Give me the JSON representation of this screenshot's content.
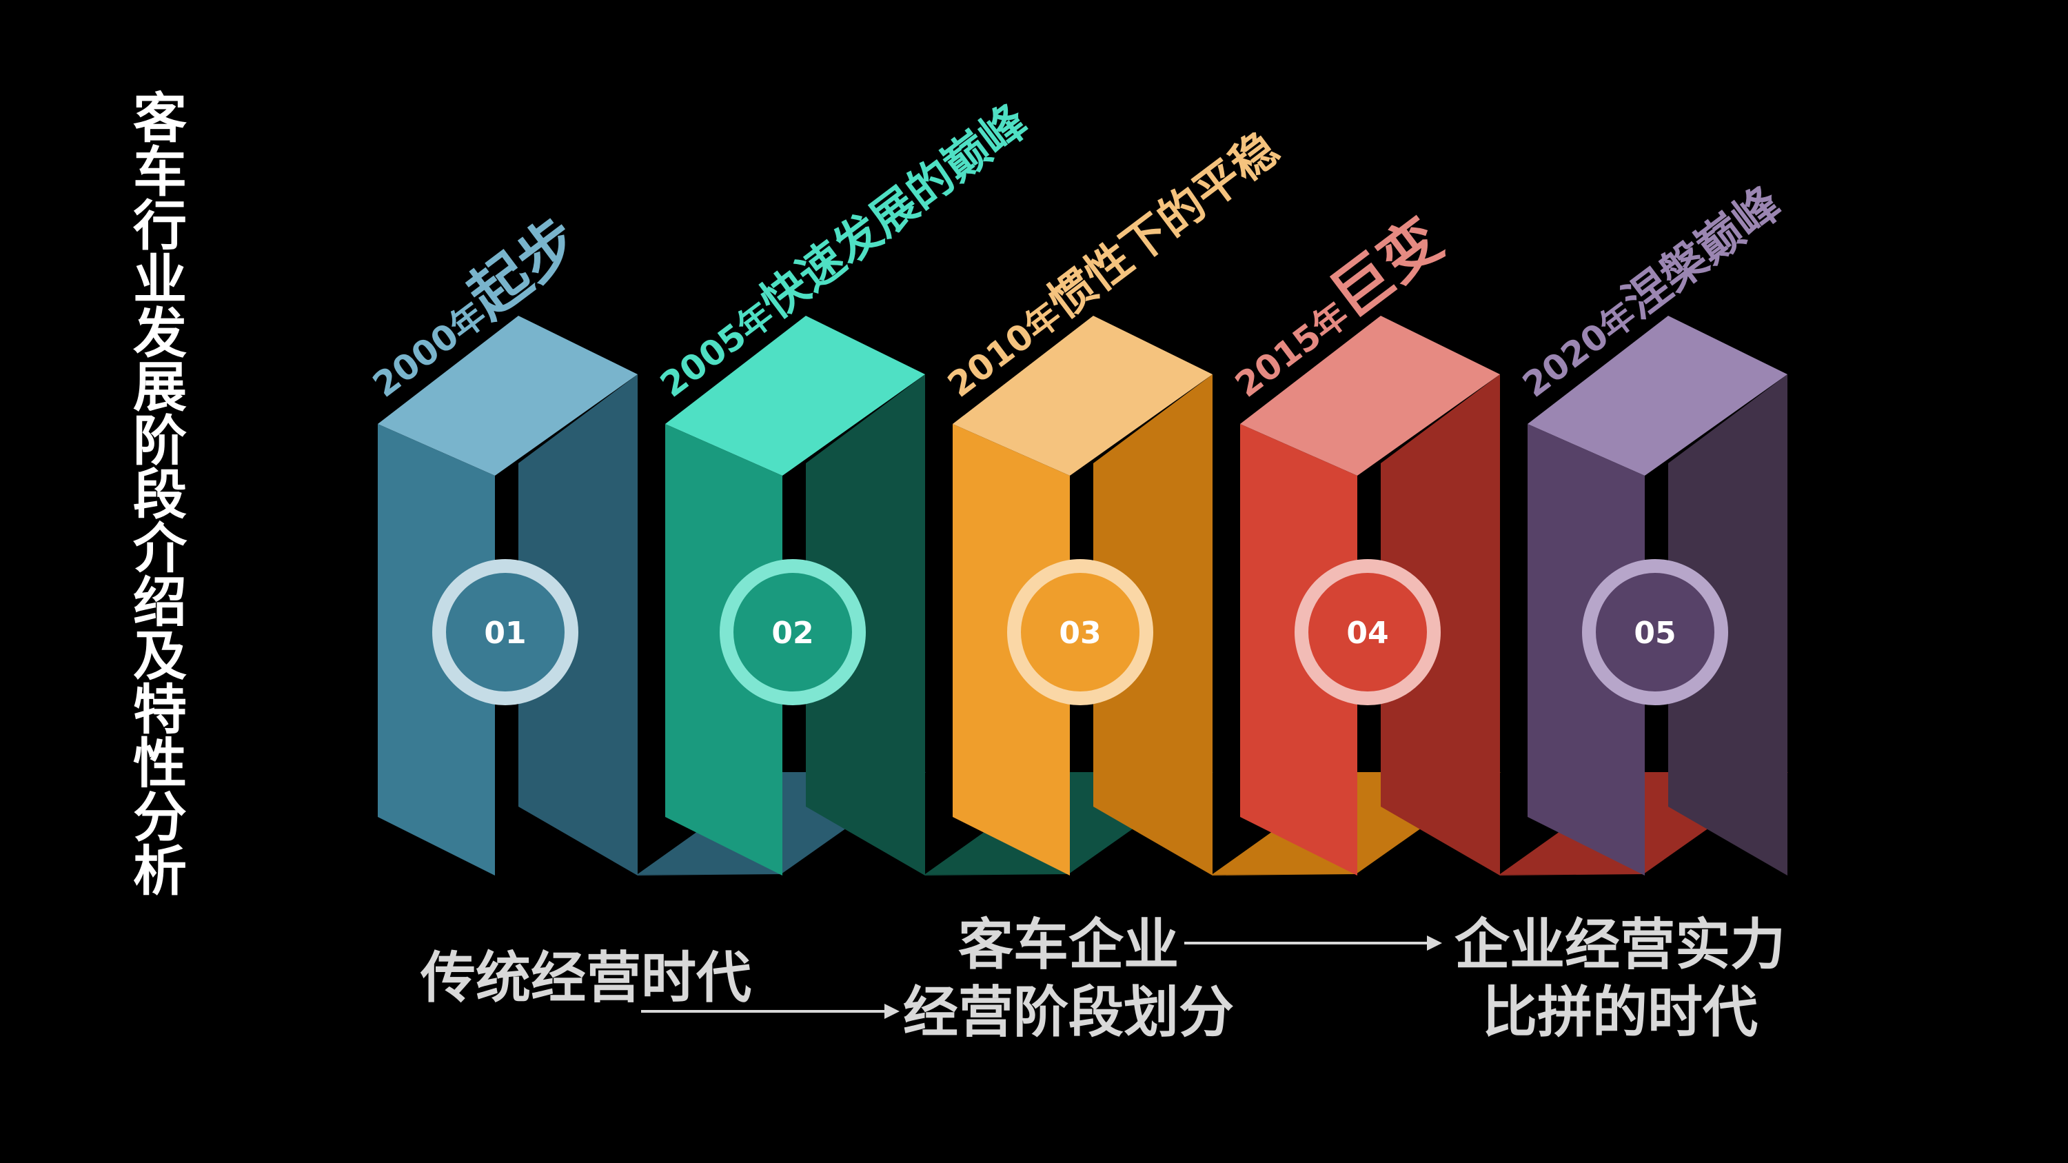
{
  "title": "客车行业发展阶段介绍及特性分析",
  "stages": [
    {
      "number": "01",
      "year": "2000年",
      "name": "起步",
      "colors": {
        "front": "#3a7b93",
        "side": "#2a5c70",
        "top": "#79b4cc",
        "ring": "#c5dce6"
      }
    },
    {
      "number": "02",
      "year": "2005年",
      "name": "快速发展的巅峰",
      "colors": {
        "front": "#1a9a7e",
        "side": "#0f5143",
        "top": "#4fe0c4",
        "ring": "#7fe6d2"
      }
    },
    {
      "number": "03",
      "year": "2010年",
      "name": "惯性下的平稳",
      "colors": {
        "front": "#ef9e2c",
        "side": "#c47711",
        "top": "#f5c37e",
        "ring": "#fad7a6"
      }
    },
    {
      "number": "04",
      "year": "2015年",
      "name": "巨变",
      "colors": {
        "front": "#d54434",
        "side": "#9a2c23",
        "top": "#e68a82",
        "ring": "#f2bcb6"
      }
    },
    {
      "number": "05",
      "year": "2020年",
      "name": "涅槃巅峰",
      "colors": {
        "front": "#574268",
        "side": "#413249",
        "top": "#9b86b2",
        "ring": "#b7a6ca"
      }
    }
  ],
  "bottom_labels": {
    "era1": "传统经营时代",
    "era2_line1": "客车企业",
    "era2_line2": "经营阶段划分",
    "era3_line1": "企业经营实力",
    "era3_line2": "比拼的时代"
  },
  "arrow_color": "#d9d9d9"
}
